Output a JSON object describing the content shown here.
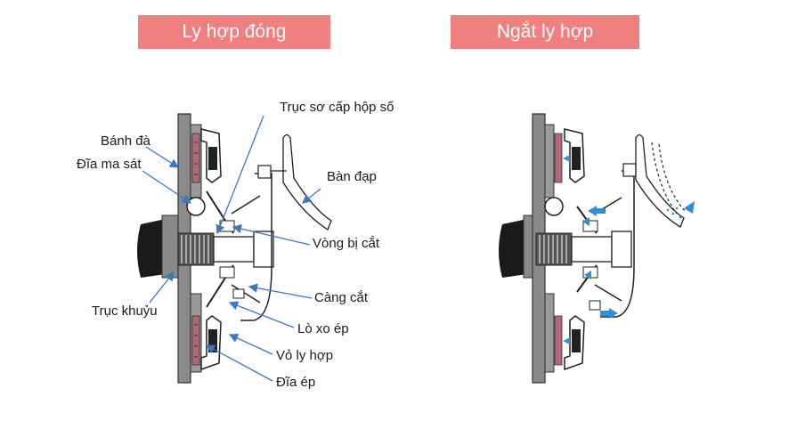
{
  "titles": {
    "engaged": "Ly hợp đóng",
    "disengaged": "Ngắt ly hợp"
  },
  "labels": {
    "input_shaft": "Trục sơ cấp hộp số",
    "flywheel": "Bánh đà",
    "friction_disc": "Đĩa ma sát",
    "pedal": "Bàn đạp",
    "release_bearing": "Vòng bị cắt",
    "crankshaft": "Trục khuỷu",
    "release_fork": "Càng cắt",
    "pressure_spring": "Lò xo ép",
    "clutch_cover": "Vỏ ly hợp",
    "pressure_plate": "Đĩa ép"
  },
  "colors": {
    "banner": "#f07f80",
    "housing_gray": "#8a8a8a",
    "friction_pink": "#b5677a",
    "arrow_blue": "#2f8fd6",
    "leader_blue": "#3a78c2"
  }
}
